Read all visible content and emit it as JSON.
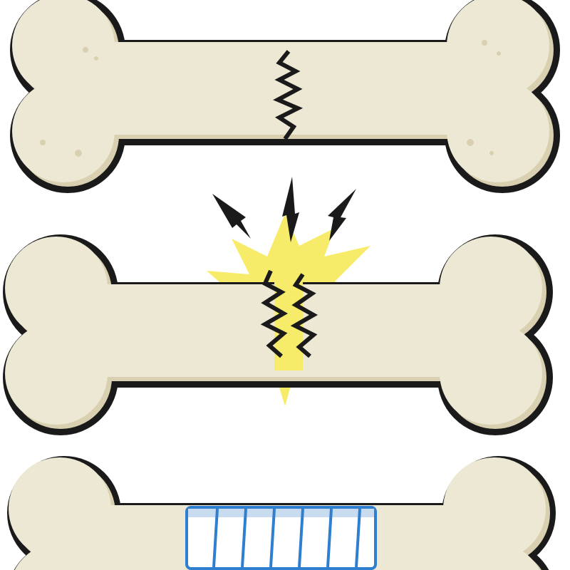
{
  "illustration": {
    "subject": "bone-healing-sequence",
    "panels": [
      "cracked-bone",
      "broken-bone",
      "bandaged-bone"
    ]
  },
  "colors": {
    "bone_fill": "#ede8d3",
    "bone_shadow": "#d8d0b0",
    "outline": "#1a1a1a",
    "burst": "#f7ec6a",
    "bandage": "#ffffff",
    "bandage_stripe": "#2f7fd0",
    "bandage_shadow": "#c9dcef"
  }
}
